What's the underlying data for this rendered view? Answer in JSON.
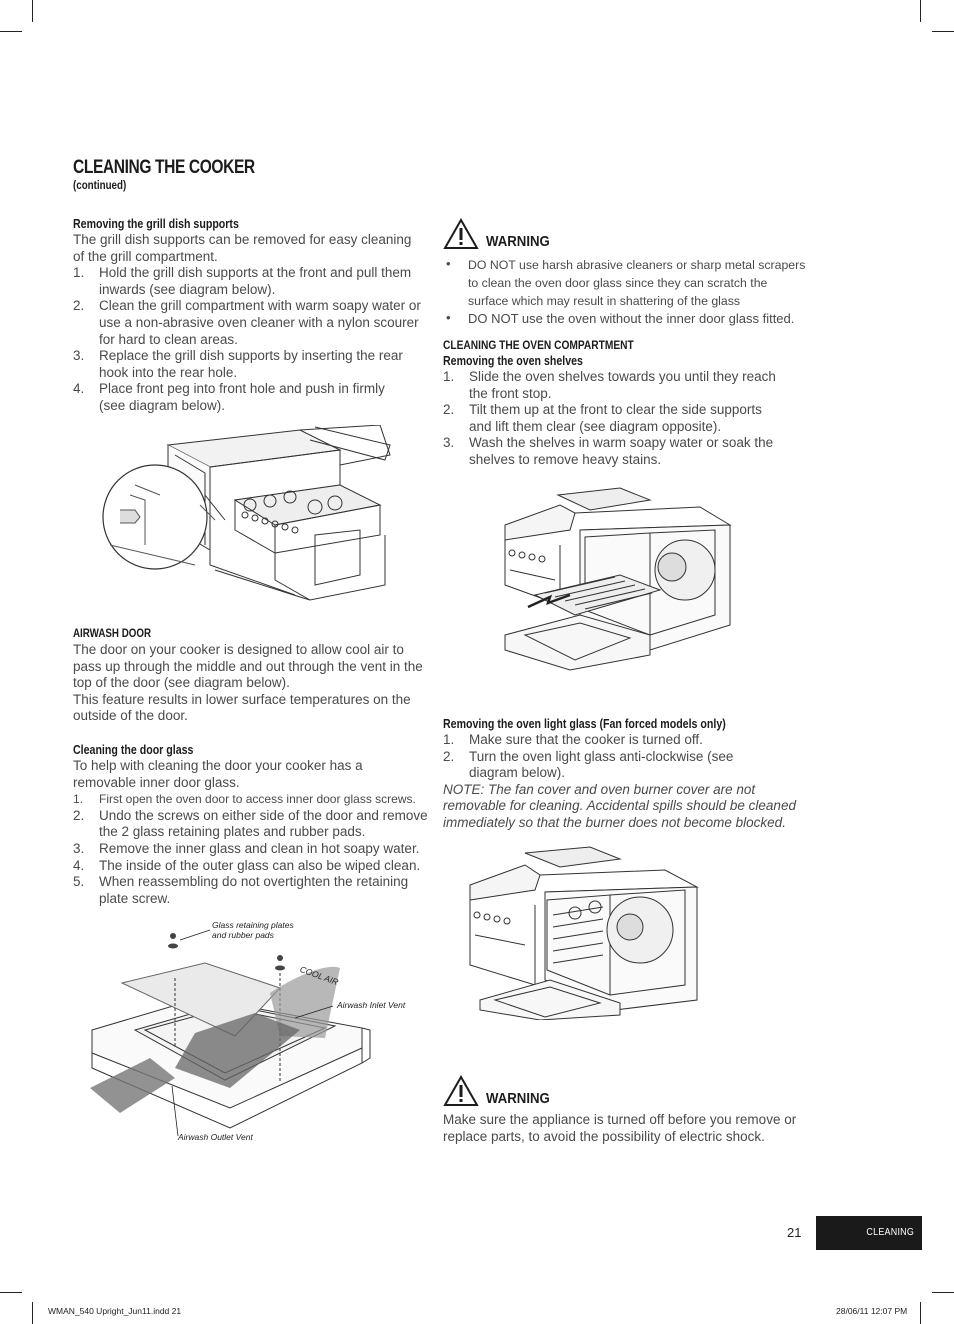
{
  "title": "CLEANING THE COOKER",
  "subtitle": "(continued)",
  "grill": {
    "heading": "Removing the grill dish supports",
    "intro": "The grill dish supports can be removed for easy cleaning of the grill compartment.",
    "steps": [
      {
        "n": "1.",
        "text": "Hold the grill dish supports at the front and pull them inwards (see diagram below)."
      },
      {
        "n": "2.",
        "text": "Clean the grill compartment with warm soapy water or use a non-abrasive oven cleaner with a nylon scourer for hard to clean areas."
      },
      {
        "n": "3.",
        "text": "Replace the grill dish supports by inserting the rear hook into the rear hole."
      },
      {
        "n": "4.",
        "text": "Place front peg into front hole and push in firmly (see diagram below)."
      }
    ]
  },
  "airwash": {
    "heading": "AIRWASH DOOR",
    "p1": "The door on your cooker is designed to allow cool air to pass up through the middle and out through the vent in the top of the door (see diagram below).",
    "p2": "This feature results in lower surface temperatures on the outside of the door."
  },
  "door_glass": {
    "heading": "Cleaning the door glass",
    "intro": "To help with cleaning the door your cooker has a removable inner door glass.",
    "steps": [
      {
        "n": "1.",
        "text": "First open the oven door to access inner door glass screws."
      },
      {
        "n": "2.",
        "text": "Undo the screws on either side of the door and remove the 2 glass retaining plates and rubber pads."
      },
      {
        "n": "3.",
        "text": "Remove the inner glass and clean in hot soapy water."
      },
      {
        "n": "4.",
        "text": "The inside of the outer glass can also be wiped clean."
      },
      {
        "n": "5.",
        "text": "When reassembling do not overtighten the retaining plate screw."
      }
    ]
  },
  "door_diagram": {
    "label_plates_1": "Glass retaining plates",
    "label_plates_2": "and rubber pads",
    "label_cool_air": "COOL AIR",
    "label_inlet": "Airwash Inlet Vent",
    "label_outlet": "Airwash Outlet Vent"
  },
  "warning1": {
    "title": "WARNING",
    "bullets": [
      "DO NOT use harsh abrasive cleaners or sharp metal scrapers to clean the oven door glass since they can scratch the surface which may result in shattering of the glass",
      "DO NOT use the oven without the inner door glass fitted."
    ]
  },
  "oven_compartment": {
    "heading": "CLEANING THE OVEN COMPARTMENT",
    "subheading": "Removing the oven shelves",
    "steps": [
      {
        "n": "1.",
        "text": "Slide the oven shelves towards you until they reach the front stop."
      },
      {
        "n": "2.",
        "text": "Tilt them up at the front to clear the side supports and lift them clear (see diagram opposite)."
      },
      {
        "n": "3.",
        "text": "Wash the shelves in warm soapy water or soak the shelves to remove heavy stains."
      }
    ]
  },
  "light_glass": {
    "heading": "Removing the oven light glass (Fan forced models only)",
    "steps": [
      {
        "n": "1.",
        "text": "Make sure that the cooker is turned off."
      },
      {
        "n": "2.",
        "text": "Turn the oven light glass anti-clockwise (see diagram below)."
      }
    ],
    "note": "NOTE: The fan cover and oven burner cover are not removable for cleaning. Accidental spills should be cleaned immediately so that the burner does not become blocked."
  },
  "warning2": {
    "title": "WARNING",
    "text": "Make sure the appliance is turned off before you remove or replace parts, to avoid the possibility of electric shock."
  },
  "page_number": "21",
  "section_tab": "CLEANING",
  "footer_left": "WMAN_540 Upright_Jun11.indd   21",
  "footer_right": "28/06/11   12:07 PM"
}
